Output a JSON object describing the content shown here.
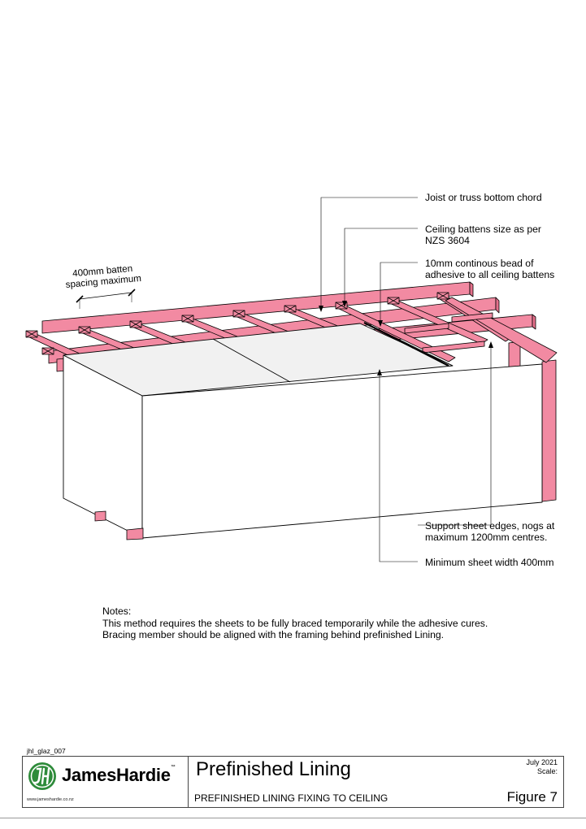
{
  "diagram": {
    "dimension_label_line1": "400mm batten",
    "dimension_label_line2": "spacing maximum",
    "callouts": [
      {
        "id": "joist",
        "text": "Joist or truss bottom chord"
      },
      {
        "id": "battens_line1",
        "text": "Ceiling battens size as per"
      },
      {
        "id": "battens_line2",
        "text": "NZS 3604"
      },
      {
        "id": "adhesive_line1",
        "text": "10mm continous bead of"
      },
      {
        "id": "adhesive_line2",
        "text": "adhesive to all ceiling battens"
      },
      {
        "id": "nogs_line1",
        "text": "Support sheet edges, nogs at"
      },
      {
        "id": "nogs_line2",
        "text": "maximum 1200mm centres."
      },
      {
        "id": "minwidth",
        "text": "Minimum sheet width 400mm"
      }
    ],
    "colors": {
      "timber": "#f28aa2",
      "timber_dark": "#e5708b",
      "sheet_top": "#f1f1f1",
      "sheet_side": "#ffffff",
      "line": "#000000"
    }
  },
  "notes": {
    "heading": "Notes:",
    "line1": "This method requires the sheets to be fully braced temporarily while the adhesive cures.",
    "line2": "Bracing member should be aligned with the framing behind prefinished Lining."
  },
  "title_block": {
    "drawing_id": "jhl_glaz_007",
    "brand": "JamesHardie",
    "brand_tm": "™",
    "url": "www.jameshardie.co.nz",
    "title": "Prefinished Lining",
    "subtitle": "PREFINISHED LINING FIXING TO CEILING",
    "date": "July 2021",
    "scale_label": "Scale:",
    "figure": "Figure 7",
    "logo_icon": "jh-logo-icon"
  }
}
